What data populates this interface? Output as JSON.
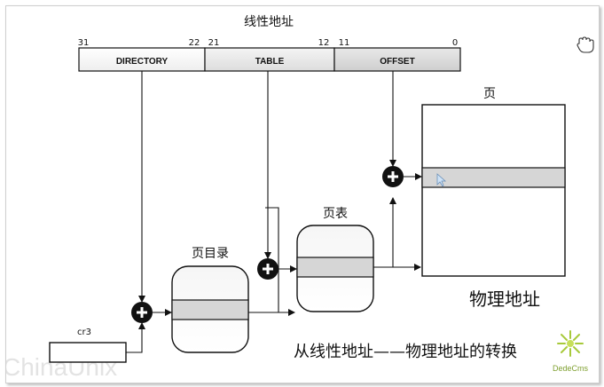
{
  "title": "线性地址",
  "bits": {
    "b31": "31",
    "b22": "22",
    "b21": "21",
    "b12": "12",
    "b11": "11",
    "b0": "0"
  },
  "fields": {
    "directory": "DIRECTORY",
    "table": "TABLE",
    "offset": "OFFSET"
  },
  "labels": {
    "page_dir": "页目录",
    "page_table": "页表",
    "page": "页",
    "cr3": "cr3",
    "physical": "物理地址",
    "caption": "从线性地址——物理地址的转换"
  },
  "watermarks": {
    "chinaunix": "ChinaUnix",
    "dedecms": "DedeCms"
  },
  "colors": {
    "field_light": "#f7f7f7",
    "field_mid": "#ececec",
    "field_dark": "#d9d9d9",
    "entry": "#d6d6d6",
    "adder": "#111111",
    "logo": "#a7c93a"
  }
}
